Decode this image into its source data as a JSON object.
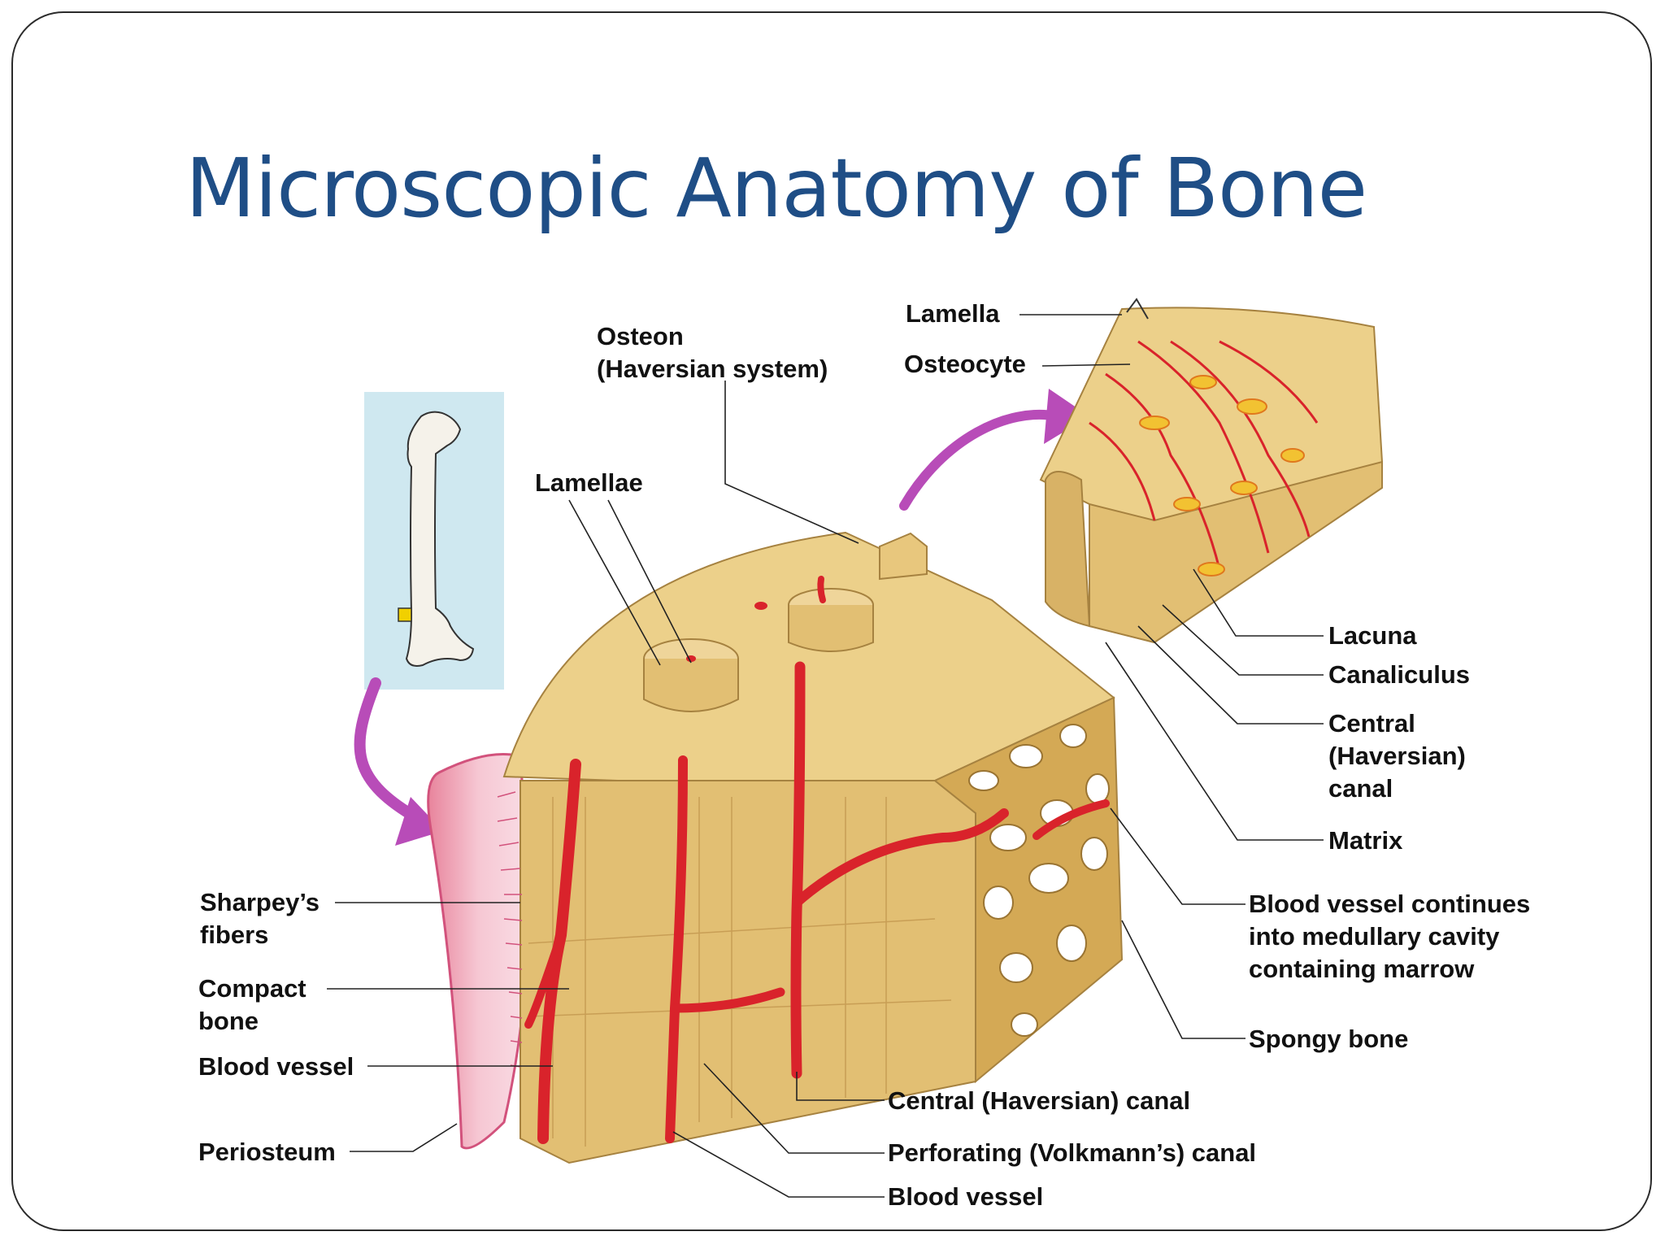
{
  "slide": {
    "title": "Microscopic Anatomy of Bone"
  },
  "labels": {
    "lamella": "Lamella",
    "osteocyte": "Osteocyte",
    "osteon": [
      "Osteon",
      "(Haversian system)"
    ],
    "lamellae": "Lamellae",
    "lacuna": "Lacuna",
    "canaliculus": "Canaliculus",
    "central_canal_right": [
      "Central",
      "(Haversian)",
      "canal"
    ],
    "matrix": "Matrix",
    "blood_vessel_continues": [
      "Blood vessel continues",
      "into medullary cavity",
      "containing marrow"
    ],
    "spongy_bone": "Spongy bone",
    "sharpeys_fibers": [
      "Sharpey’s",
      "fibers"
    ],
    "compact_bone": [
      "Compact",
      "bone"
    ],
    "blood_vessel_left": "Blood vessel",
    "periosteum": "Periosteum",
    "central_canal_bottom": "Central (Haversian) canal",
    "perforating_canal": "Perforating (Volkmann’s) canal",
    "blood_vessel_bottom": "Blood vessel"
  },
  "colors": {
    "title": "#1f4e86",
    "bone": "#ecd08a",
    "bone_dark": "#caa45a",
    "vessel": "#d9232b",
    "periosteum": "#f3b7c5",
    "arrow": "#b84cb8",
    "inset_bg": "#cfe8f0",
    "osteocyte": "#f2c232"
  }
}
